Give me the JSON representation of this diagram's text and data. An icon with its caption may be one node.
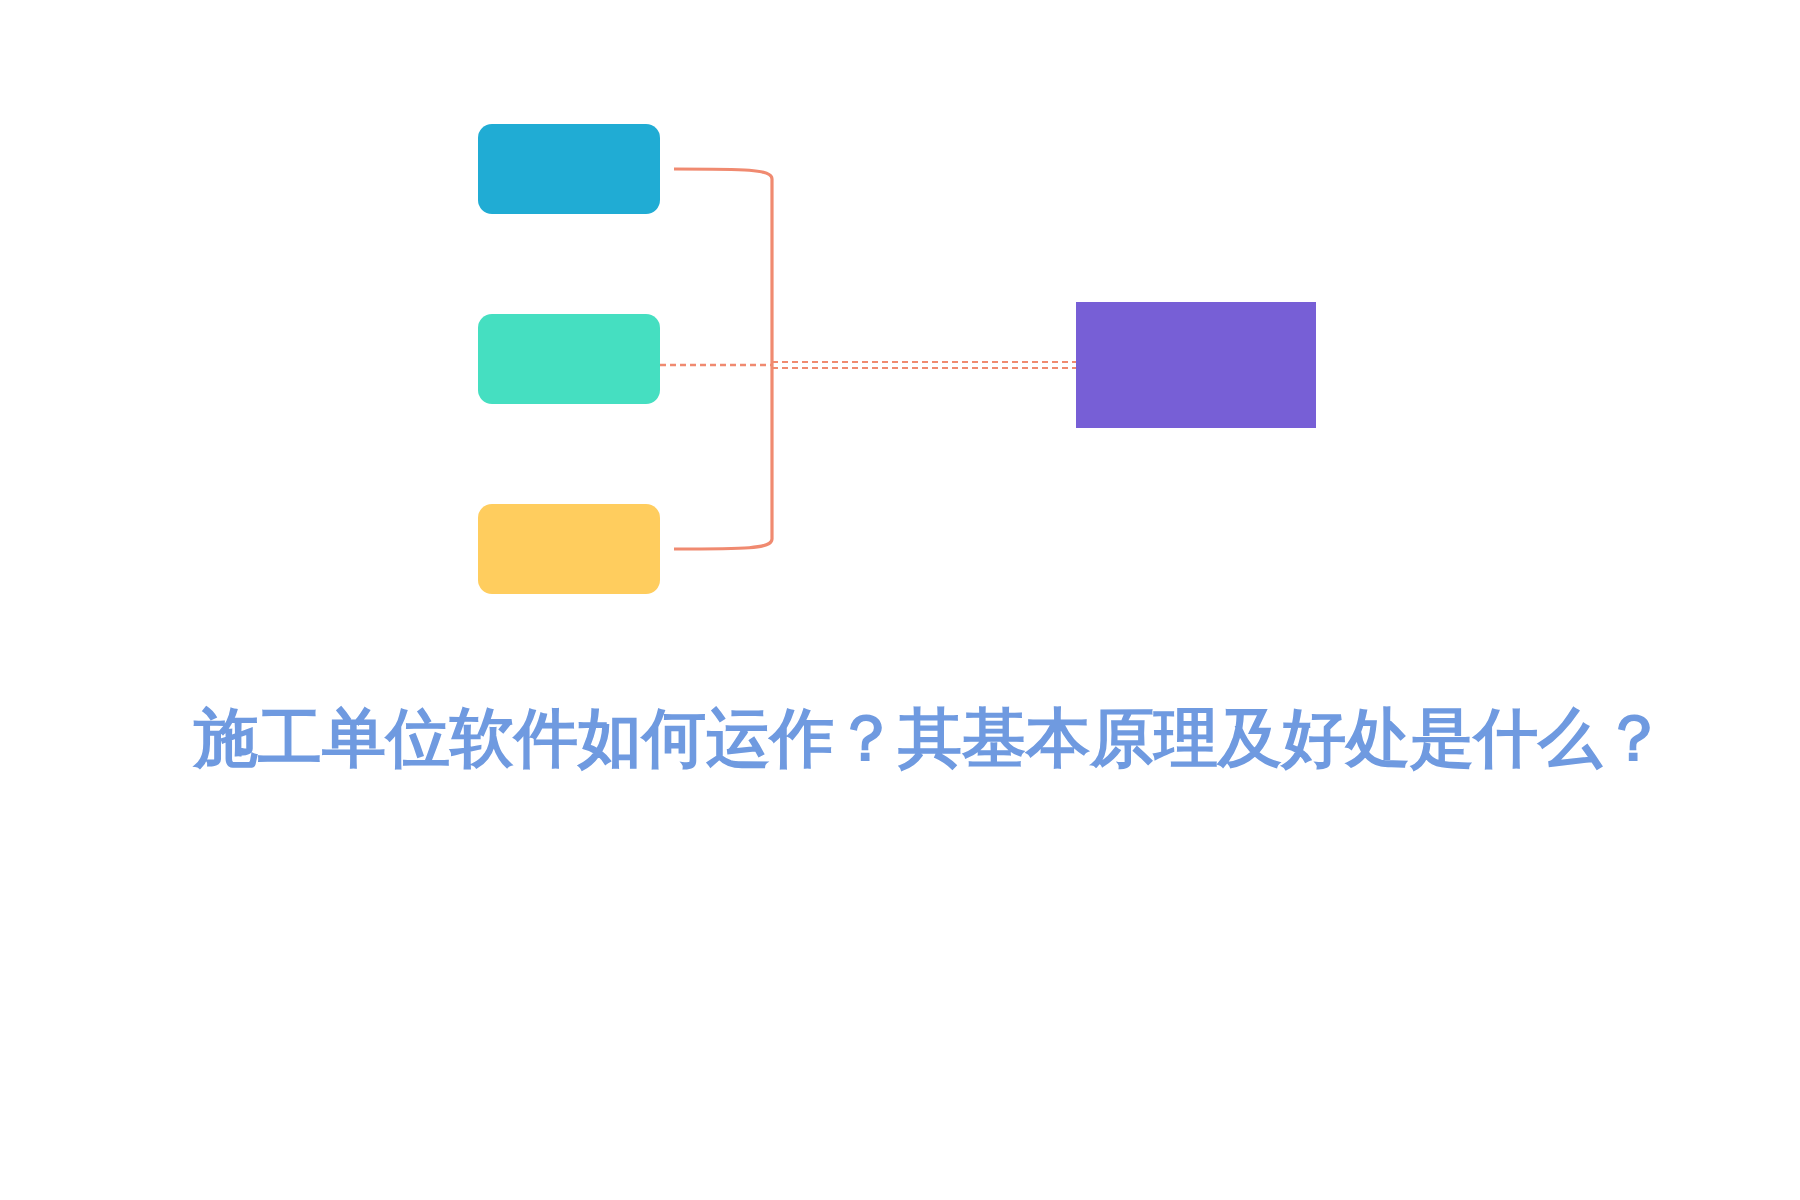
{
  "diagram": {
    "title": "施工单位软件如何运作？其基本原理及好处是什么？",
    "nodes": [
      {
        "text": [],
        "shape": "box"
      },
      {
        "text": [],
        "shape": "box"
      },
      {
        "text": [],
        "shape": "box"
      },
      {
        "text": [],
        "shape": "box"
      }
    ],
    "edges": [
      {
        "from": 0,
        "to": 3,
        "arrow": "none"
      },
      {
        "from": 1,
        "to": 3,
        "arrow": "none",
        "style": "dashed"
      },
      {
        "from": 2,
        "to": 3,
        "arrow": "none"
      }
    ]
  }
}
